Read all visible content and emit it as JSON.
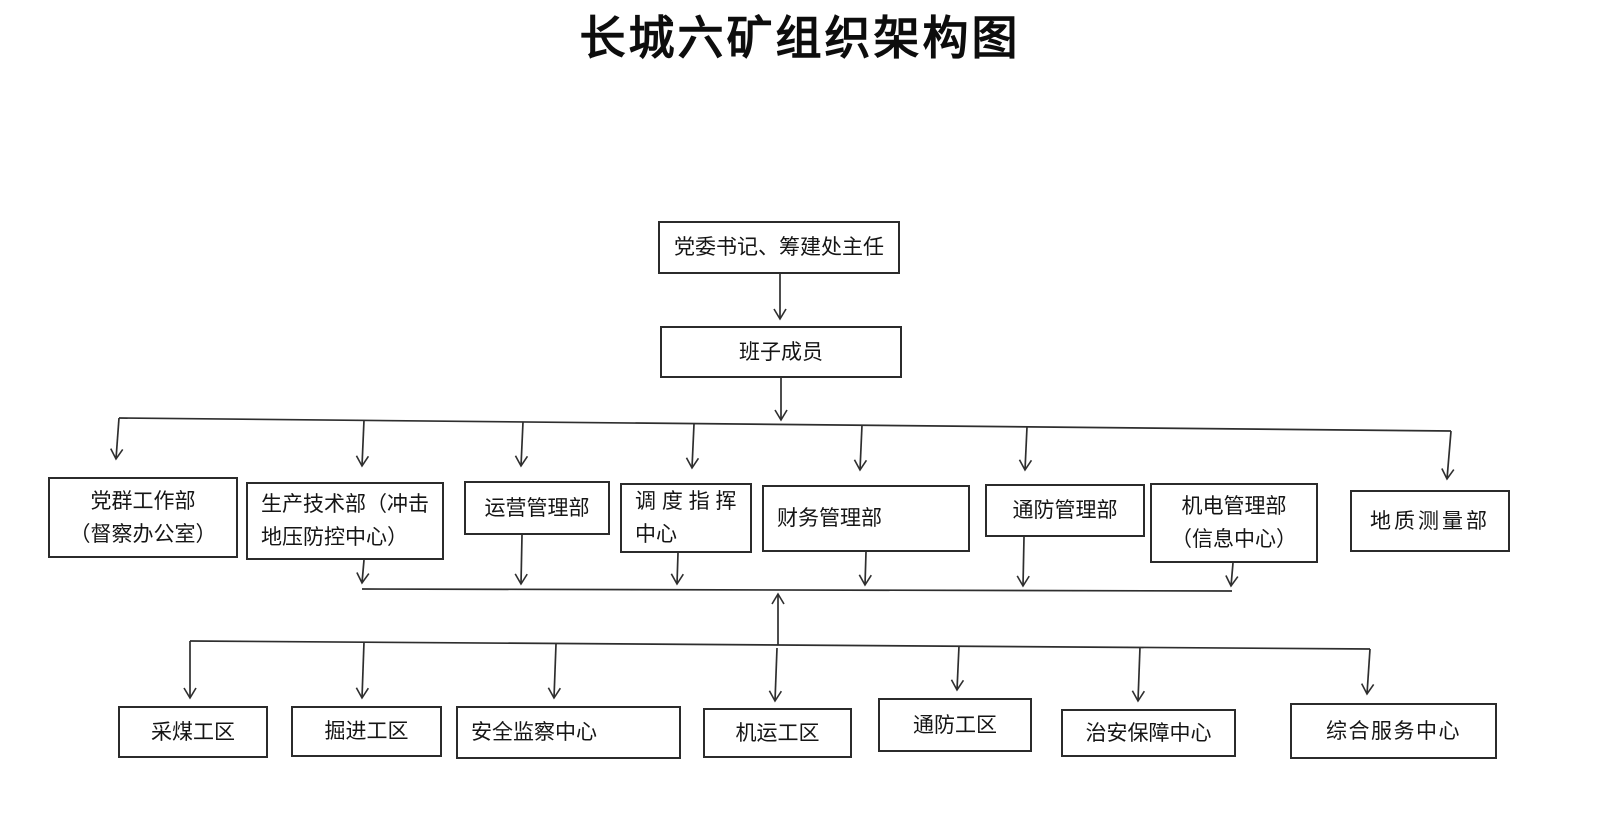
{
  "title": "长城六矿组织架构图",
  "colors": {
    "line": "#2e2e2e",
    "box_border": "#2b2b2b",
    "text": "#151515",
    "background": "#ffffff"
  },
  "org": {
    "level1": {
      "label": "党委书记、筹建处主任"
    },
    "level2": {
      "label": "班子成员"
    },
    "level3": [
      {
        "label": "党群工作部\n（督察办公室）"
      },
      {
        "label": "生产技术部（冲击\n地压防控中心）"
      },
      {
        "label": "运营管理部"
      },
      {
        "label": "调 度 指 挥\n中心"
      },
      {
        "label": "财务管理部"
      },
      {
        "label": "通防管理部"
      },
      {
        "label": "机电管理部\n（信息中心）"
      },
      {
        "label": "地质测量部"
      }
    ],
    "level4": [
      {
        "label": "采煤工区"
      },
      {
        "label": "掘进工区"
      },
      {
        "label": "安全监察中心"
      },
      {
        "label": "机运工区"
      },
      {
        "label": "通防工区"
      },
      {
        "label": "治安保障中心"
      },
      {
        "label": "综合服务中心"
      }
    ]
  }
}
